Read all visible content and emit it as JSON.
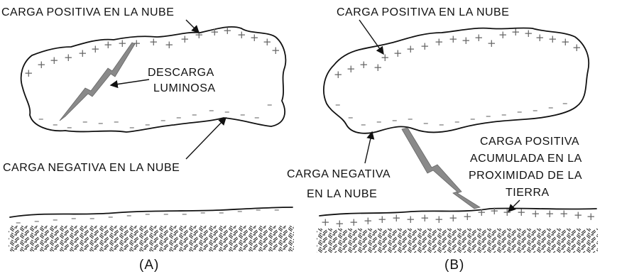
{
  "panel_a": {
    "top_label": "CARGA POSITIVA EN LA NUBE",
    "discharge_label_line1": "DESCARGA",
    "discharge_label_line2": "LUMINOSA",
    "bottom_label": "CARGA NEGATIVA EN LA NUBE",
    "caption": "(A)"
  },
  "panel_b": {
    "top_label": "CARGA POSITIVA EN LA NUBE",
    "negative_label_line1": "CARGA NEGATIVA",
    "negative_label_line2": "EN LA NUBE",
    "ground_label_line1": "CARGA POSITIVA",
    "ground_label_line2": "ACUMULADA EN LA",
    "ground_label_line3": "PROXIMIDAD DE LA",
    "ground_label_line4": "TIERRA",
    "caption": "(B)"
  },
  "symbols": {
    "plus": "+",
    "minus": "–"
  },
  "colors": {
    "ink": "#111111",
    "charge": "#666666",
    "bolt": "#8a8a8a"
  }
}
